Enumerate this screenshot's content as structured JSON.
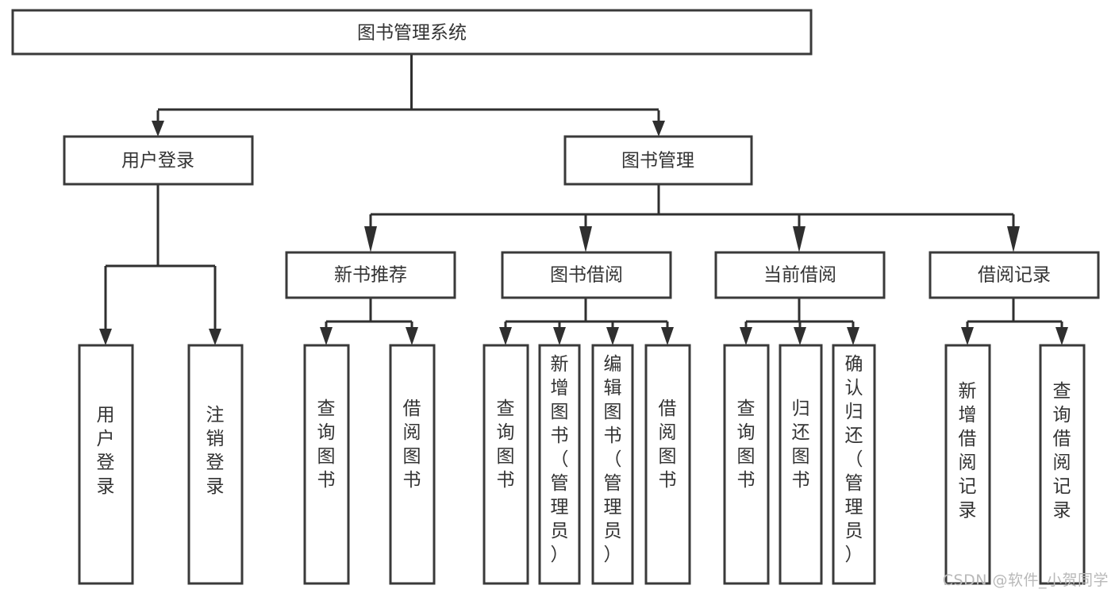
{
  "diagram": {
    "type": "tree-hierarchy",
    "title": "图书管理系统",
    "orientation": "top-down",
    "colors": {
      "box_stroke": "#3a3a3a",
      "box_fill": "#ffffff",
      "connector": "#2f2f2f",
      "text": "#333333",
      "background": "#ffffff",
      "watermark": "#b9b9b9"
    },
    "root": {
      "label": "图书管理系统"
    },
    "level2": [
      {
        "label": "用户登录"
      },
      {
        "label": "图书管理"
      }
    ],
    "level3": [
      {
        "label": "新书推荐"
      },
      {
        "label": "图书借阅"
      },
      {
        "label": "当前借阅"
      },
      {
        "label": "借阅记录"
      }
    ],
    "leaves": {
      "user_login": [
        {
          "label": "用户登录"
        },
        {
          "label": "注销登录"
        }
      ],
      "new_book_recommend": [
        {
          "label": "查询图书"
        },
        {
          "label": "借阅图书"
        }
      ],
      "book_borrow": [
        {
          "label": "查询图书"
        },
        {
          "label": "新增图书（管理员）"
        },
        {
          "label": "编辑图书（管理员）"
        },
        {
          "label": "借阅图书"
        }
      ],
      "current_borrow": [
        {
          "label": "查询图书"
        },
        {
          "label": "归还图书"
        },
        {
          "label": "确认归还（管理员）"
        }
      ],
      "borrow_record": [
        {
          "label": "新增借阅记录"
        },
        {
          "label": "查询借阅记录"
        }
      ]
    }
  },
  "watermark": {
    "text": "CSDN @软件_小贺同学"
  }
}
